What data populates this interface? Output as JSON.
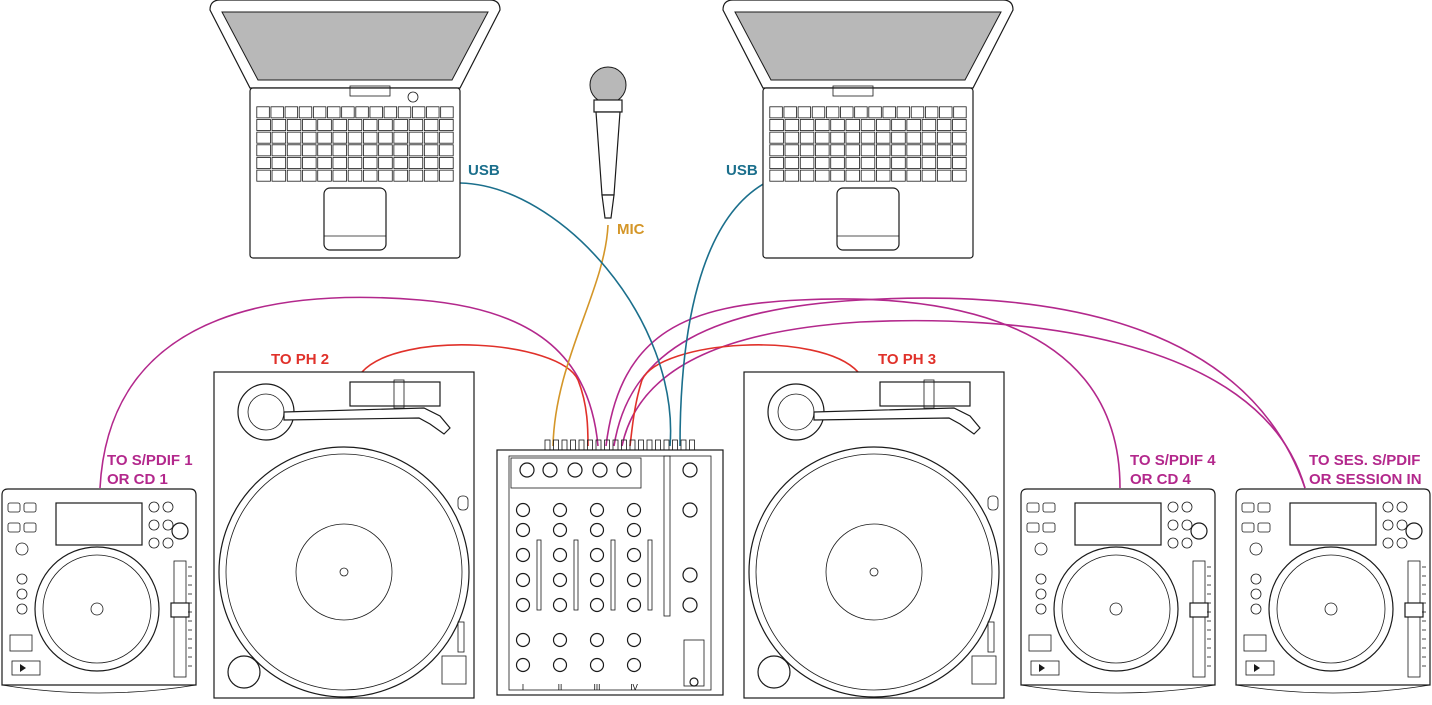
{
  "colors": {
    "usb": "#1b6f8c",
    "mic": "#d49628",
    "phono": "#e0312a",
    "spdif": "#b3288c",
    "line": "#1a1a1a"
  },
  "labels": {
    "usb_left": "USB",
    "usb_right": "USB",
    "mic": "MIC",
    "to_ph2": "TO PH 2",
    "to_ph3": "TO PH 3",
    "spdif1_line1": "TO S/PDIF 1",
    "spdif1_line2": "OR CD 1",
    "spdif4_line1": "TO S/PDIF 4",
    "spdif4_line2": "OR CD 4",
    "ses_line1": "TO SES. S/PDIF",
    "ses_line2": "OR SESSION IN"
  },
  "mixer": {
    "channel_numerals": [
      "I",
      "II",
      "III",
      "IV"
    ]
  },
  "devices": [
    {
      "name": "laptop-left",
      "icon": "laptop-icon"
    },
    {
      "name": "laptop-right",
      "icon": "laptop-icon"
    },
    {
      "name": "microphone",
      "icon": "microphone-icon"
    },
    {
      "name": "turntable-left",
      "icon": "turntable-icon"
    },
    {
      "name": "turntable-right",
      "icon": "turntable-icon"
    },
    {
      "name": "mixer",
      "icon": "mixer-icon"
    },
    {
      "name": "cd-player-left",
      "icon": "cd-player-icon"
    },
    {
      "name": "cd-player-right-1",
      "icon": "cd-player-icon"
    },
    {
      "name": "cd-player-right-2",
      "icon": "cd-player-icon"
    }
  ]
}
